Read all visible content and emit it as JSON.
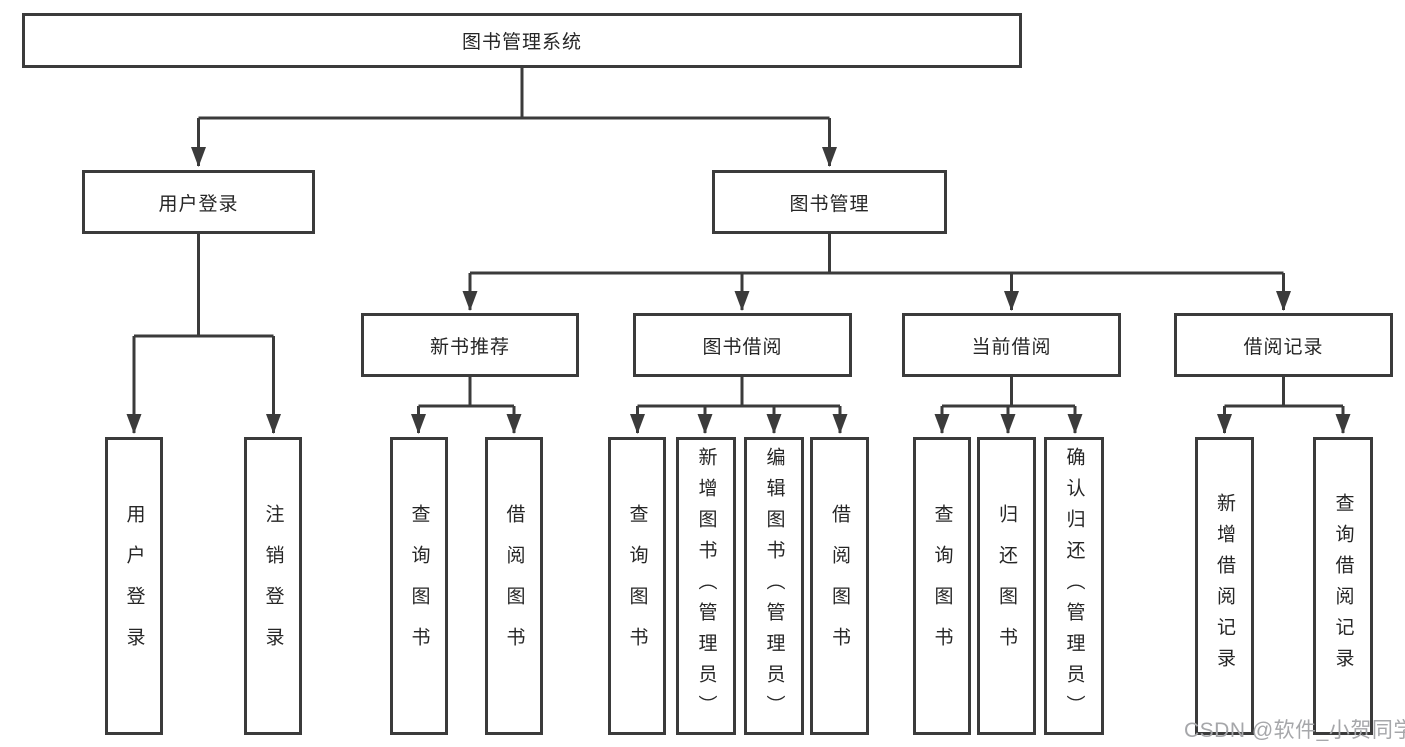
{
  "watermark": "CSDN @软件_小贺同学",
  "colors": {
    "box_border": "#3b3b3b",
    "connector_line": "#3b3b3b",
    "text": "#262626",
    "watermark": "#a6a7aa",
    "background": "#ffffff"
  },
  "tree": {
    "root": "图书管理系统",
    "branches": [
      {
        "label": "用户登录",
        "children": [
          "用户登录",
          "注销登录"
        ]
      },
      {
        "label": "图书管理",
        "children": [
          {
            "label": "新书推荐",
            "children": [
              "查询图书",
              "借阅图书"
            ]
          },
          {
            "label": "图书借阅",
            "children": [
              "查询图书",
              "新增图书（管理员）",
              "编辑图书（管理员）",
              "借阅图书"
            ]
          },
          {
            "label": "当前借阅",
            "children": [
              "查询图书",
              "归还图书",
              "确认归还（管理员）"
            ]
          },
          {
            "label": "借阅记录",
            "children": [
              "新增借阅记录",
              "查询借阅记录"
            ]
          }
        ]
      }
    ]
  }
}
